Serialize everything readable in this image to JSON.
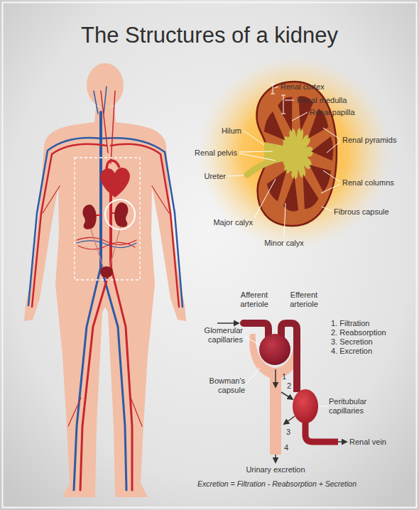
{
  "diagram": {
    "title": "The Structures of a kidney",
    "caption": "Excretion = Filtration - Reabsorption + Secretion",
    "labels": [
      "Renal cortex",
      "Renal medulla",
      "Renal papilla",
      "Hilum",
      "Renal pyramids",
      "Renal pelvis",
      "Ureter",
      "Renal columns",
      "Fibrous capsule",
      "Major calyx",
      "Minor calyx",
      "Afferent arteriole",
      "Efferent arteriole",
      "1. Filtration",
      "2. Reabsorption",
      "3. Secretion",
      "4. Excretion",
      "Glomerular capillaries",
      "Bowman's capsule",
      "1",
      "2",
      "Peritubular capillaries",
      "3",
      "Renal vein",
      "4",
      "Urinary excretion"
    ]
  }
}
